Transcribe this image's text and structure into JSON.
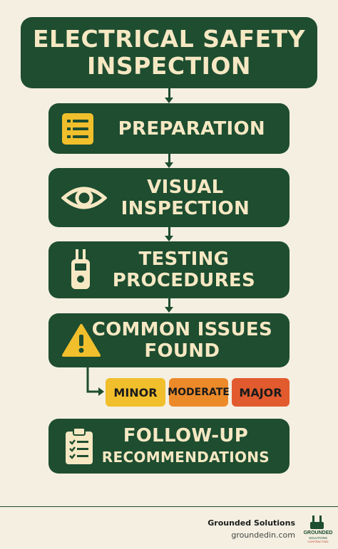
{
  "title": {
    "line1": "ELECTRICAL SAFETY",
    "line2": "INSPECTION"
  },
  "steps": [
    {
      "label": "PREPARATION",
      "icon": "checklist-icon"
    },
    {
      "label_line1": "VISUAL",
      "label_line2": "INSPECTION",
      "icon": "eye-icon"
    },
    {
      "label_line1": "TESTING",
      "label_line2": "PROCEDURES",
      "icon": "multimeter-icon"
    },
    {
      "label_line1": "COMMON ISSUES",
      "label_line2": "FOUND",
      "icon": "warning-icon"
    },
    {
      "label_line1": "FOLLOW-UP",
      "label_line2": "RECOMMENDATIONS",
      "icon": "clipboard-icon"
    }
  ],
  "severity": [
    {
      "label": "MINOR",
      "color": "#f1bf2c"
    },
    {
      "label": "MODERATE",
      "color": "#ec8a2a"
    },
    {
      "label": "MAJOR",
      "color": "#e25b2e"
    }
  ],
  "footer": {
    "company": "Grounded Solutions",
    "site": "groundedin.com",
    "logo_text": "GROUNDED SOLUTIONS CONTRACTING"
  },
  "colors": {
    "box": "#1e4d30",
    "text": "#f6e8c3",
    "icon_yellow": "#f1bf2c",
    "background": "#f4efe1"
  }
}
